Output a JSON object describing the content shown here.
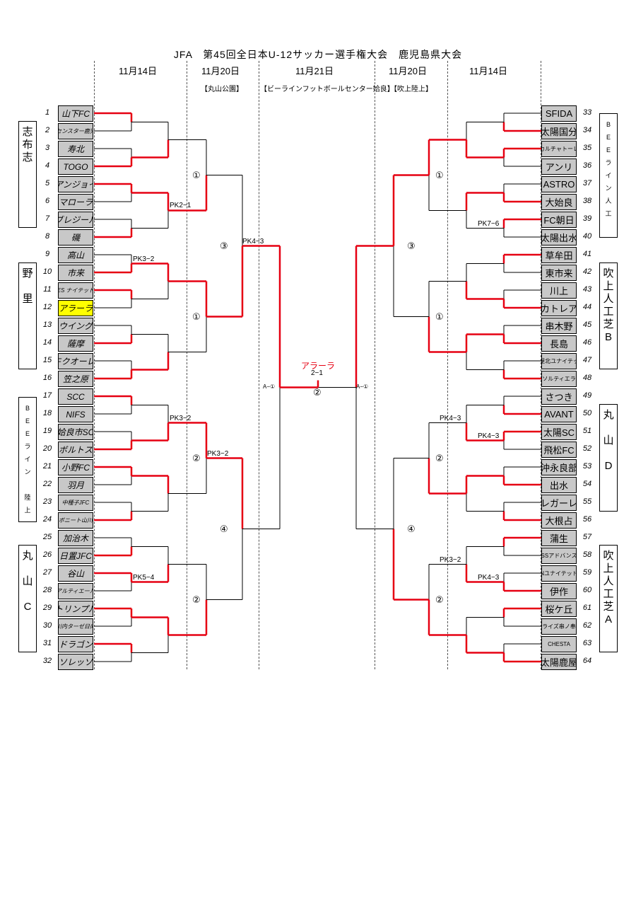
{
  "title": "JFA　第45回全日本U-12サッカー選手権大会　鹿児島県大会",
  "dates": [
    "11月14日",
    "11月20日",
    "11月21日",
    "11月20日",
    "11月14日"
  ],
  "venues": [
    "【丸山公園】",
    "【ビーラインフットボールセンター姶良】",
    "【吹上陸上】"
  ],
  "left_teams": [
    "山下FC",
    "センスター鹿児",
    "寿北",
    "TOGO",
    "アンジョイ",
    "マローラ",
    "ブレジール",
    "磯",
    "高山",
    "市来",
    "ES ナイテッド",
    "アラーラ",
    "ウイング",
    "薩摩",
    "Fクオーレ",
    "笠之原",
    "SCC",
    "NIFS",
    "姶良市SC",
    "ボルトス",
    "小野FC",
    "羽月",
    "中種子JFC",
    "ボニート山川",
    "加治木",
    "日置JFC",
    "谷山",
    "アルティエール",
    "トリンプル",
    "川内ターゼ日向",
    "ドラゴン",
    "ソレッソ"
  ],
  "right_teams": [
    "SFIDA",
    "太陽国分",
    "カルチャトーレ",
    "アンリ",
    "ASTRO",
    "大始良",
    "FC朝日",
    "太陽出水",
    "草牟田",
    "東市来",
    "川上",
    "カトレア",
    "串木野",
    "長島",
    "鹿屋北ユナイテッド",
    "ソルティエラ",
    "さつき",
    "AVANT",
    "太陽SC",
    "飛松FC",
    "沖永良部",
    "出水",
    "レガーレ",
    "大根占",
    "蒲生",
    "SSアドバンス",
    "Nユナイテッド",
    "伊作",
    "桜ケ丘",
    "ライズ串ノ奉",
    "CHESTA",
    "太陽鹿屋"
  ],
  "left_numbers": [
    "1",
    "2",
    "3",
    "4",
    "5",
    "6",
    "7",
    "8",
    "9",
    "10",
    "11",
    "12",
    "13",
    "14",
    "15",
    "16",
    "17",
    "18",
    "19",
    "20",
    "21",
    "22",
    "23",
    "24",
    "25",
    "26",
    "27",
    "28",
    "29",
    "30",
    "31",
    "32"
  ],
  "right_numbers": [
    "33",
    "34",
    "35",
    "36",
    "37",
    "38",
    "39",
    "40",
    "41",
    "42",
    "43",
    "44",
    "45",
    "46",
    "47",
    "48",
    "49",
    "50",
    "51",
    "52",
    "53",
    "54",
    "55",
    "56",
    "57",
    "58",
    "59",
    "60",
    "61",
    "62",
    "63",
    "64"
  ],
  "groups_left": [
    [
      "志",
      "布",
      "志"
    ],
    [
      "野",
      "",
      "里"
    ],
    [
      "B",
      "E",
      "E",
      "ラ",
      "イ",
      "ン",
      "",
      "陸",
      "上"
    ],
    [
      "丸",
      "",
      "山",
      "",
      "C"
    ]
  ],
  "groups_right": [
    [
      "B",
      "E",
      "E",
      "ラ",
      "イ",
      "ン",
      "人",
      "工"
    ],
    [
      "吹",
      "上",
      "人",
      "工",
      "芝",
      "B"
    ],
    [
      "丸",
      "",
      "山",
      "",
      "D"
    ],
    [
      "吹",
      "上",
      "人",
      "工",
      "芝",
      "A"
    ]
  ],
  "final": {
    "winner": "アラーラ",
    "score": "2−1",
    "marker": "②",
    "left_tag": "A−①",
    "right_tag": "A−①"
  },
  "pk_labels": {
    "l1": "PK2−1",
    "l2": "PK3−2",
    "l3": "PK3−2",
    "l4": "PK3−2",
    "l5": "PK5−4",
    "lsf": "PK4−3",
    "r1": "PK7−6",
    "r2": "PK4−3",
    "r3": "PK4−3",
    "r4": "PK3−2",
    "r5": "PK4−3"
  },
  "circles": {
    "l_r2": [
      "①",
      "①",
      "②",
      "②"
    ],
    "l_qf": [
      "③",
      "④"
    ],
    "r_r2": [
      "①",
      "①",
      "②",
      "②"
    ],
    "r_qf": [
      "③",
      "④"
    ]
  },
  "colors": {
    "win_line": "#e60012",
    "line": "#000000",
    "team_box": "#c8c8c8",
    "highlight": "#ffff00"
  }
}
